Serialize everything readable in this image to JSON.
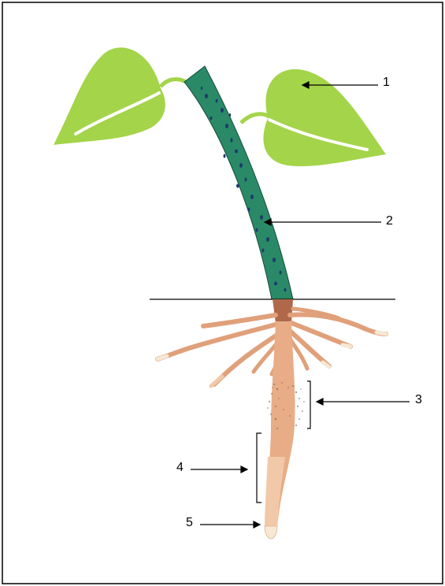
{
  "labels": {
    "leaf": "1",
    "stem": "2",
    "root_hair_zone": "3",
    "elongation_zone": "4",
    "root_cap": "5"
  },
  "colors": {
    "leaf": "#a4d44a",
    "leaf_vein": "#ffffff",
    "stem": "#2a8a67",
    "stem_dots": "#1e3a6e",
    "root": "#e0a07a",
    "root_light": "#f2c9a8",
    "root_tip": "#f7e8d4",
    "soil_line": "#000000"
  }
}
